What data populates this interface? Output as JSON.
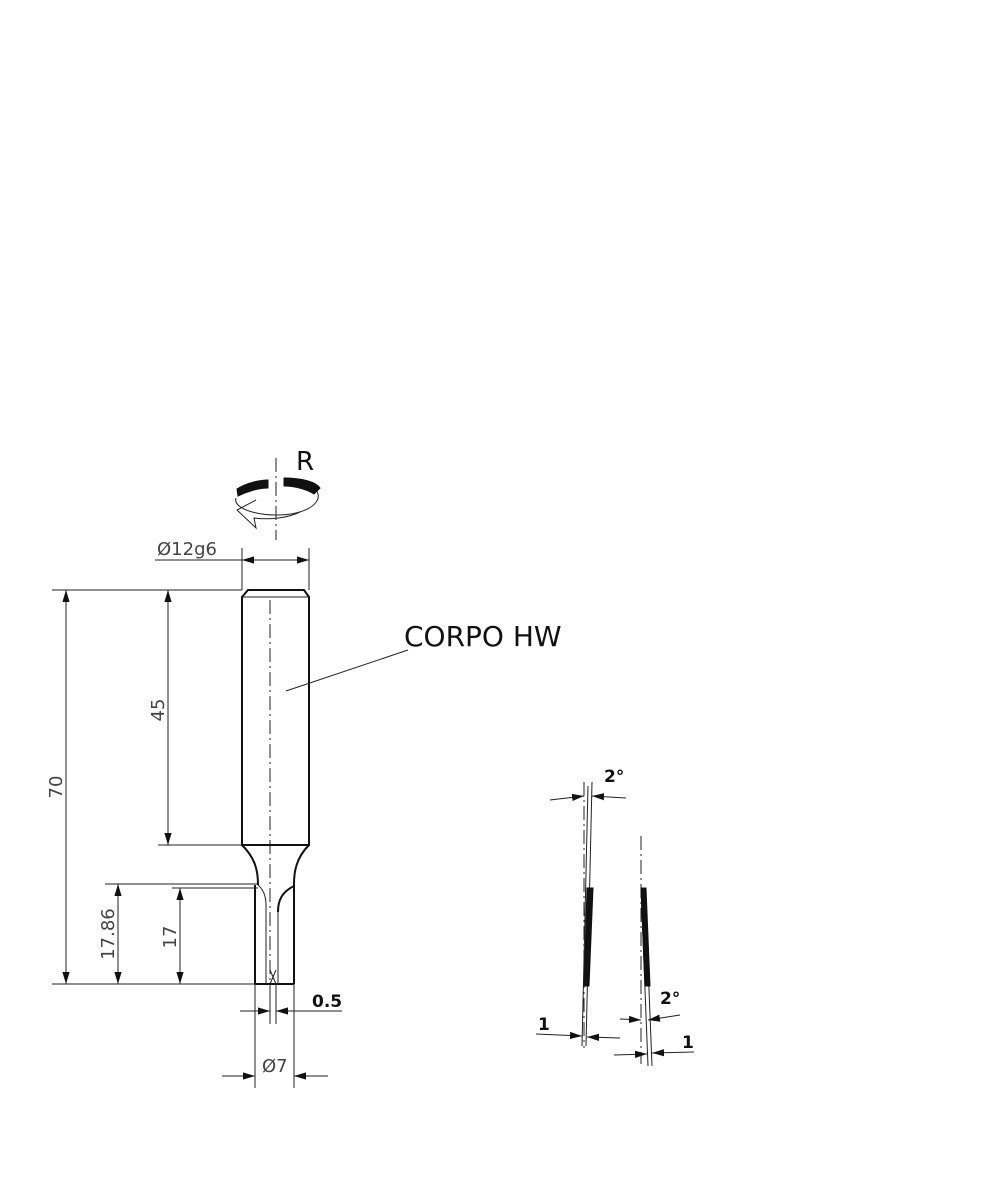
{
  "drawing": {
    "rotation_label": "R",
    "part_label": "CORPO HW",
    "dimensions": {
      "shank_diameter": "Ø12g6",
      "overall_length": "70",
      "shank_length": "45",
      "flute_length_outer": "17.86",
      "flute_length": "17",
      "edge_offset": "0.5",
      "cutting_diameter": "Ø7",
      "clearance_angle_a": "2°",
      "clearance_angle_b": "2°",
      "width_a": "1",
      "width_b": "1"
    }
  }
}
